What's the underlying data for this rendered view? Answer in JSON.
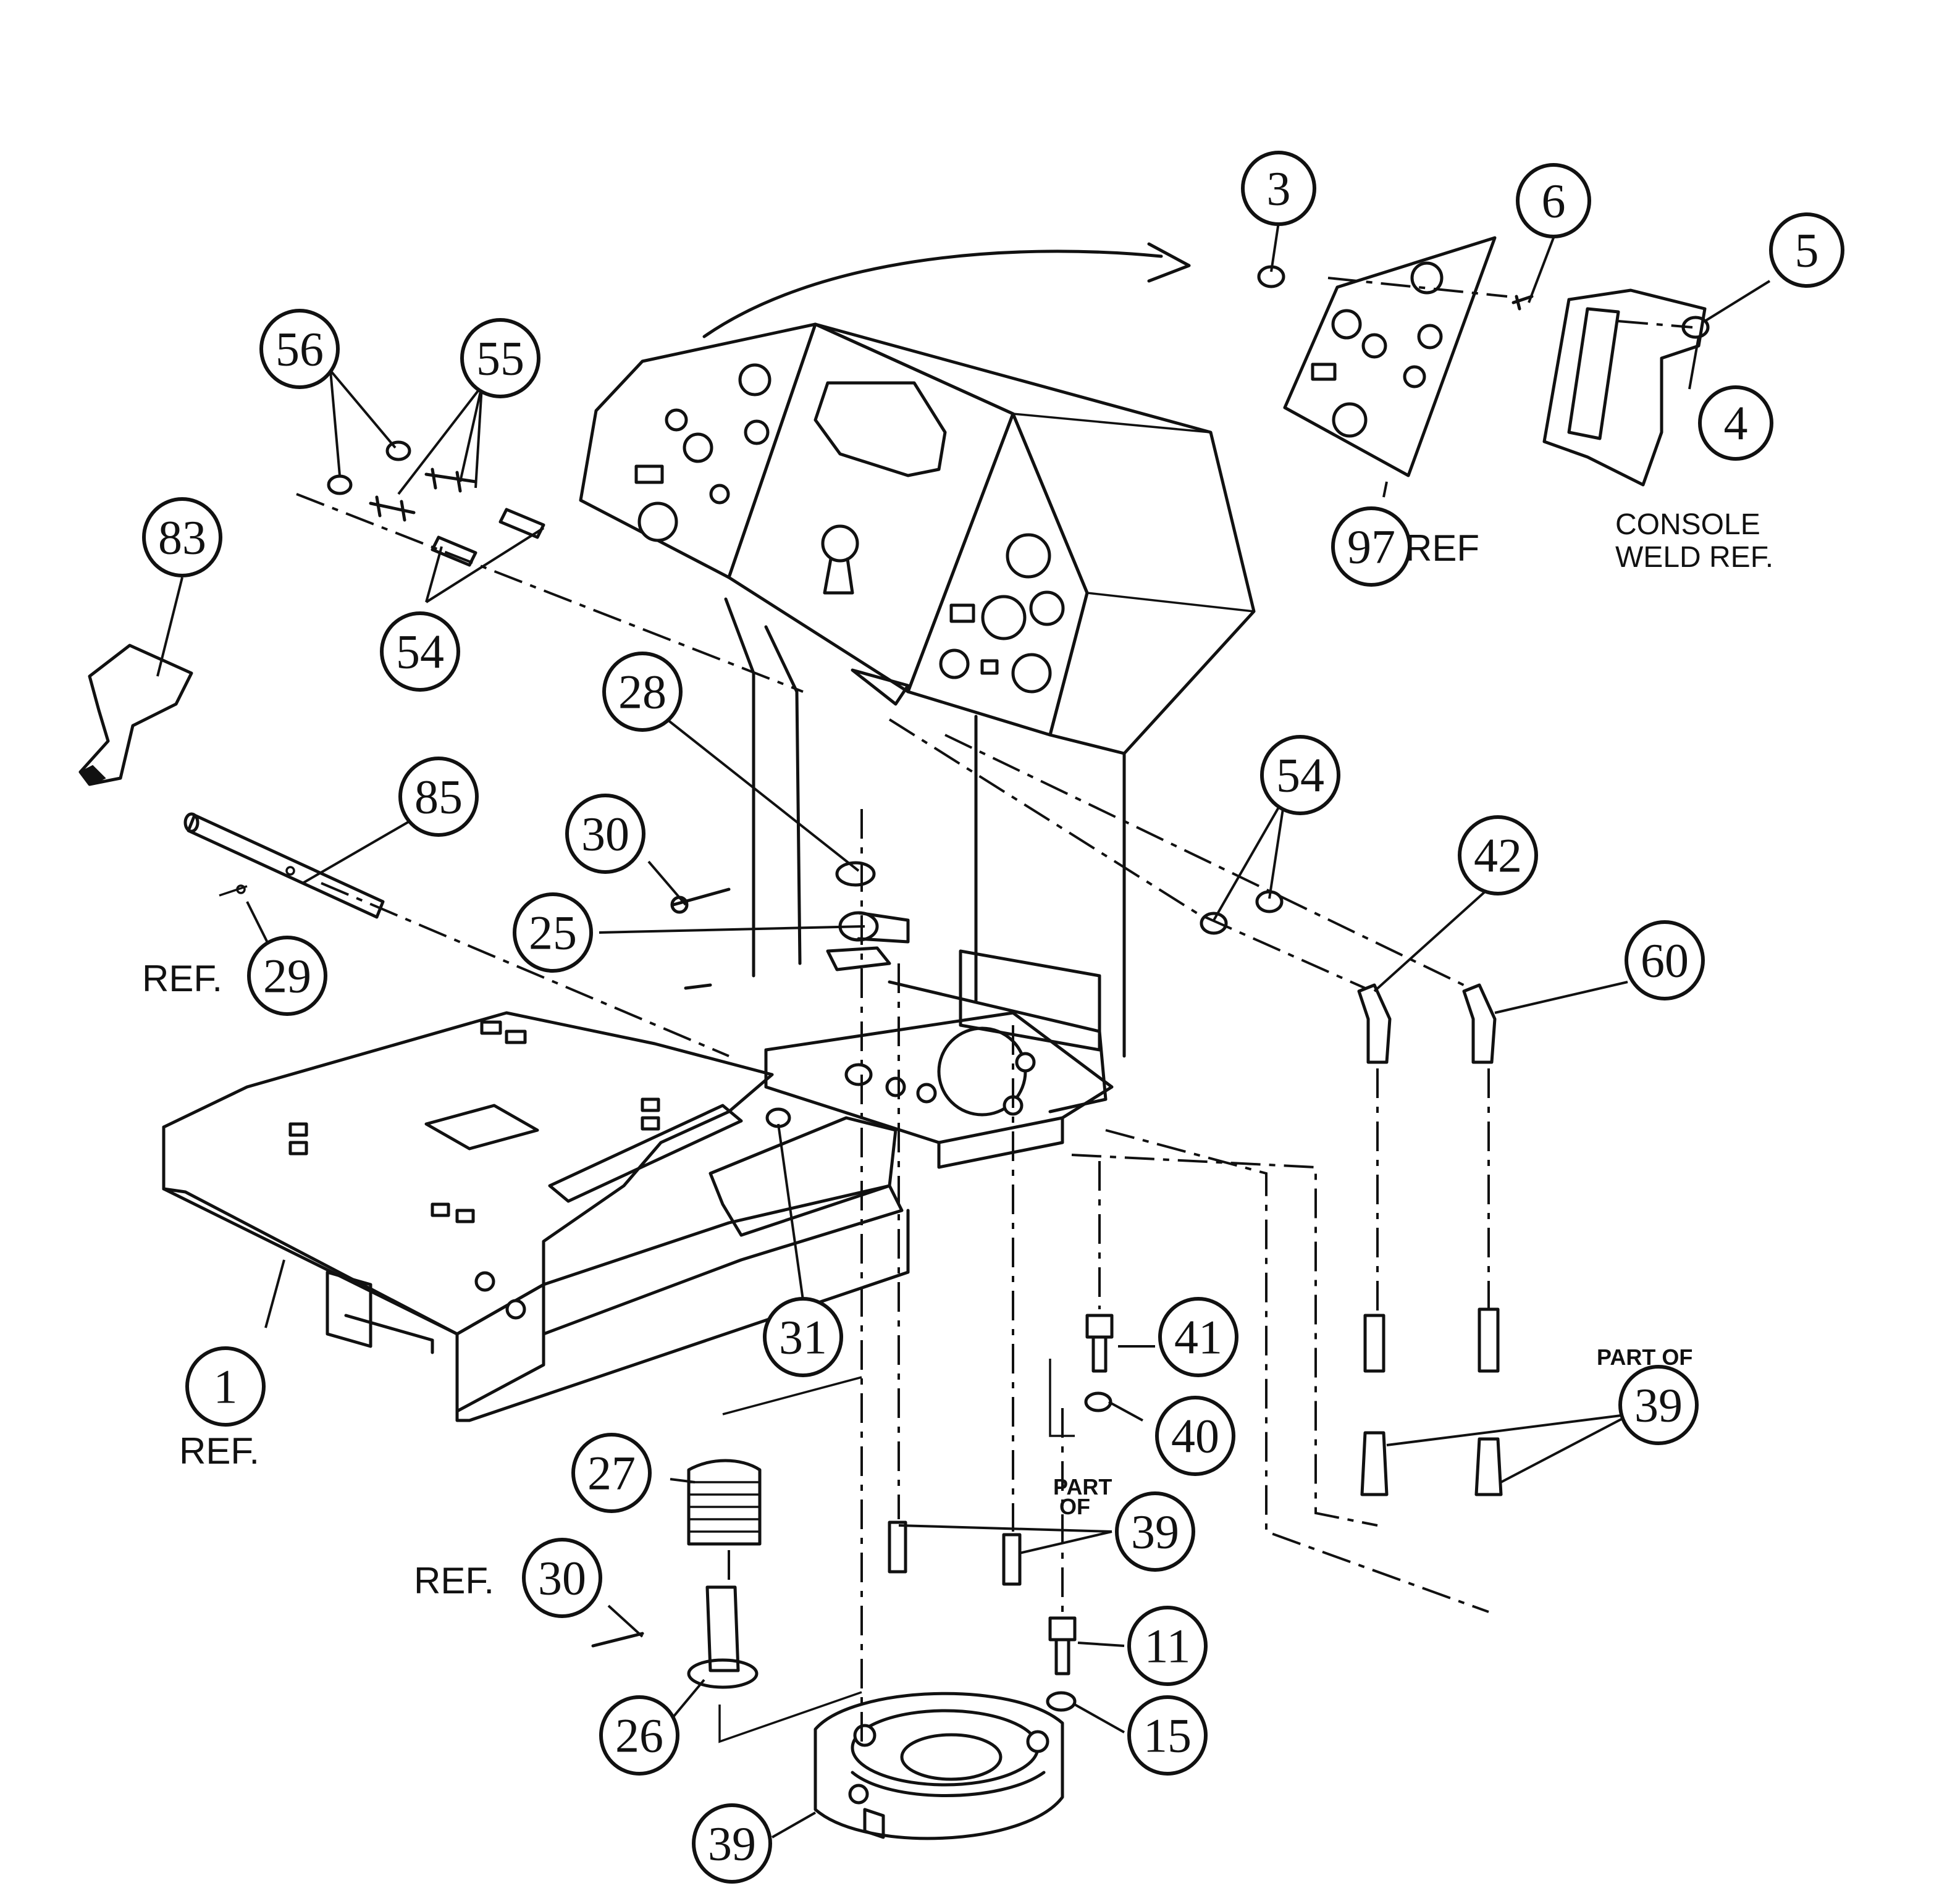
{
  "callouts": {
    "c1": "1",
    "c3": "3",
    "c4": "4",
    "c5": "5",
    "c6": "6",
    "c11": "11",
    "c15": "15",
    "c25": "25",
    "c26": "26",
    "c27": "27",
    "c28": "28",
    "c29": "29",
    "c30a": "30",
    "c30b": "30",
    "c31": "31",
    "c39a": "39",
    "c39b": "39",
    "c39c": "39",
    "c40": "40",
    "c41": "41",
    "c42": "42",
    "c54a": "54",
    "c54b": "54",
    "c55": "55",
    "c56": "56",
    "c60": "60",
    "c83": "83",
    "c85": "85",
    "c97": "97"
  },
  "labels": {
    "ref": "REF.",
    "ref_no_dot": "REF",
    "part_of": "PART OF",
    "part": "PART",
    "of": "OF",
    "console_weld_line1": "CONSOLE",
    "console_weld_line2": "WELD REF."
  }
}
